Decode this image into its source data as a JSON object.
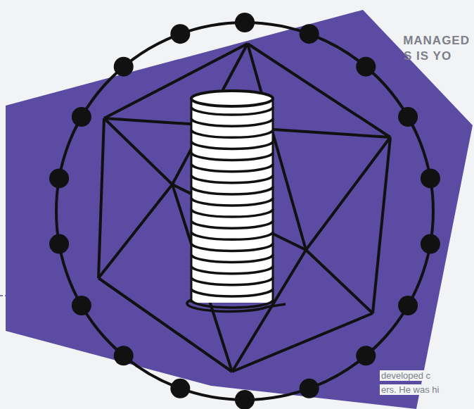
{
  "diagram": {
    "labels": [
      "MANAGED",
      "S IS YO",
      "developed c",
      "ers. He was hi"
    ]
  }
}
